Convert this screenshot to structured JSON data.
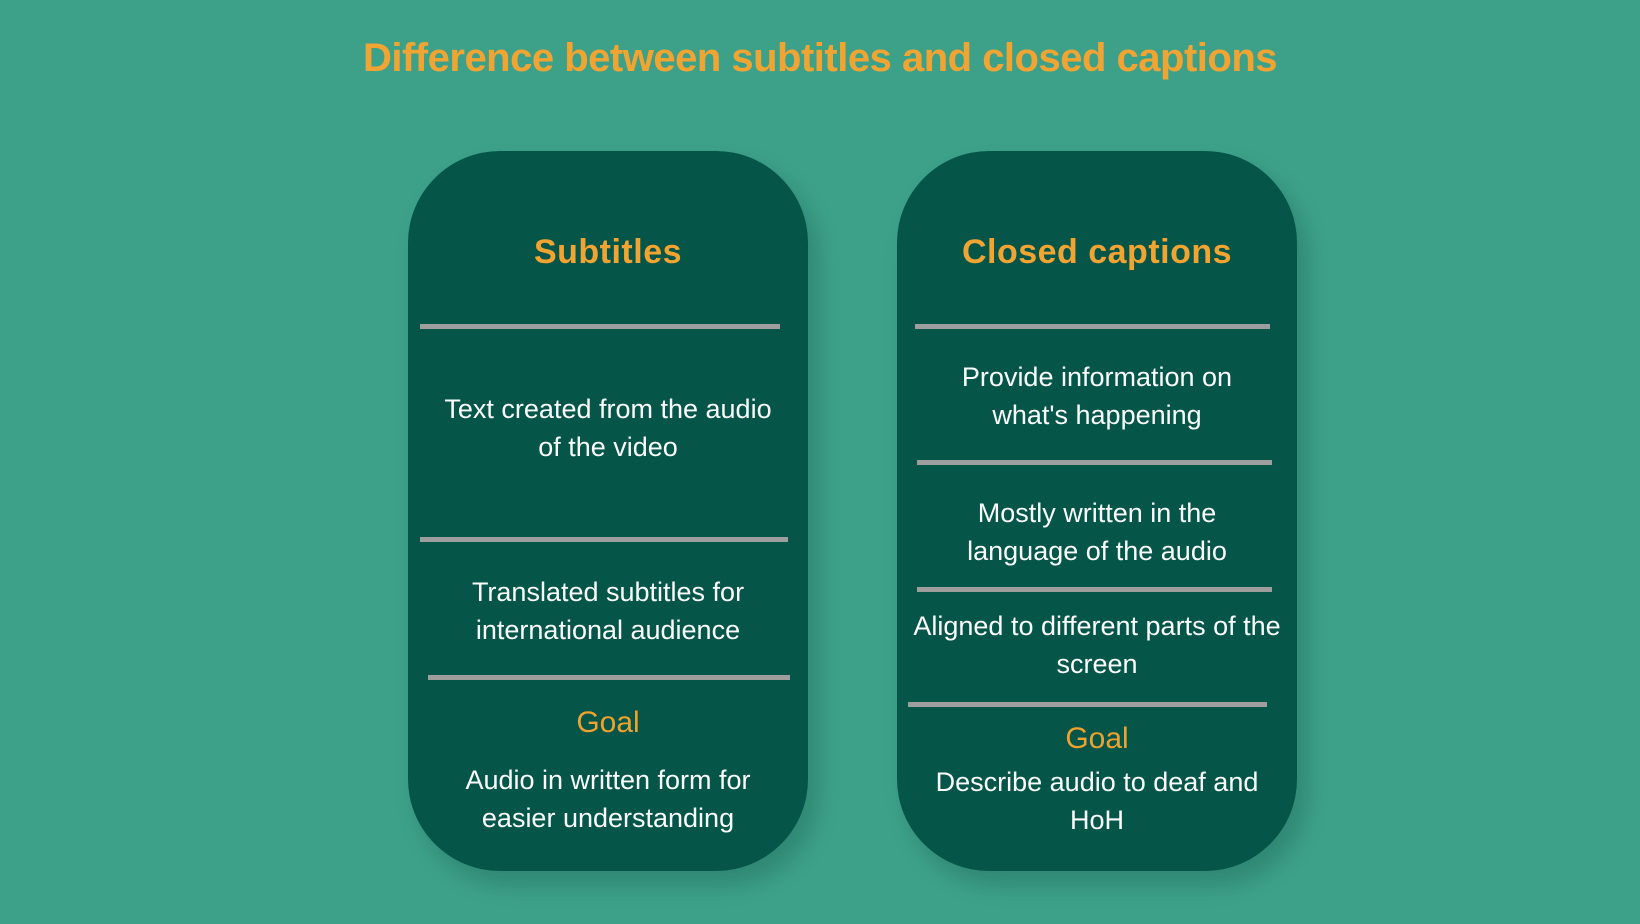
{
  "title": "Difference between subtitles and closed captions",
  "colors": {
    "background": "#3DA189",
    "card": "#055549",
    "accent_orange": "#F2A432",
    "divider_gray": "#9E9E9E",
    "body_text": "#FBFDFC"
  },
  "cards": [
    {
      "heading": "Subtitles",
      "items": [
        "Text created from the audio\nof the video",
        "Translated subtitles for\ninternational audience"
      ],
      "goal_label": "Goal",
      "goal_text": "Audio in written form for\neasier understanding"
    },
    {
      "heading": "Closed captions",
      "items": [
        "Provide information on\nwhat's happening",
        "Mostly written in the\nlanguage of the audio",
        "Aligned to different parts of the\nscreen"
      ],
      "goal_label": "Goal",
      "goal_text": "Describe audio to deaf and\nHoH"
    }
  ]
}
